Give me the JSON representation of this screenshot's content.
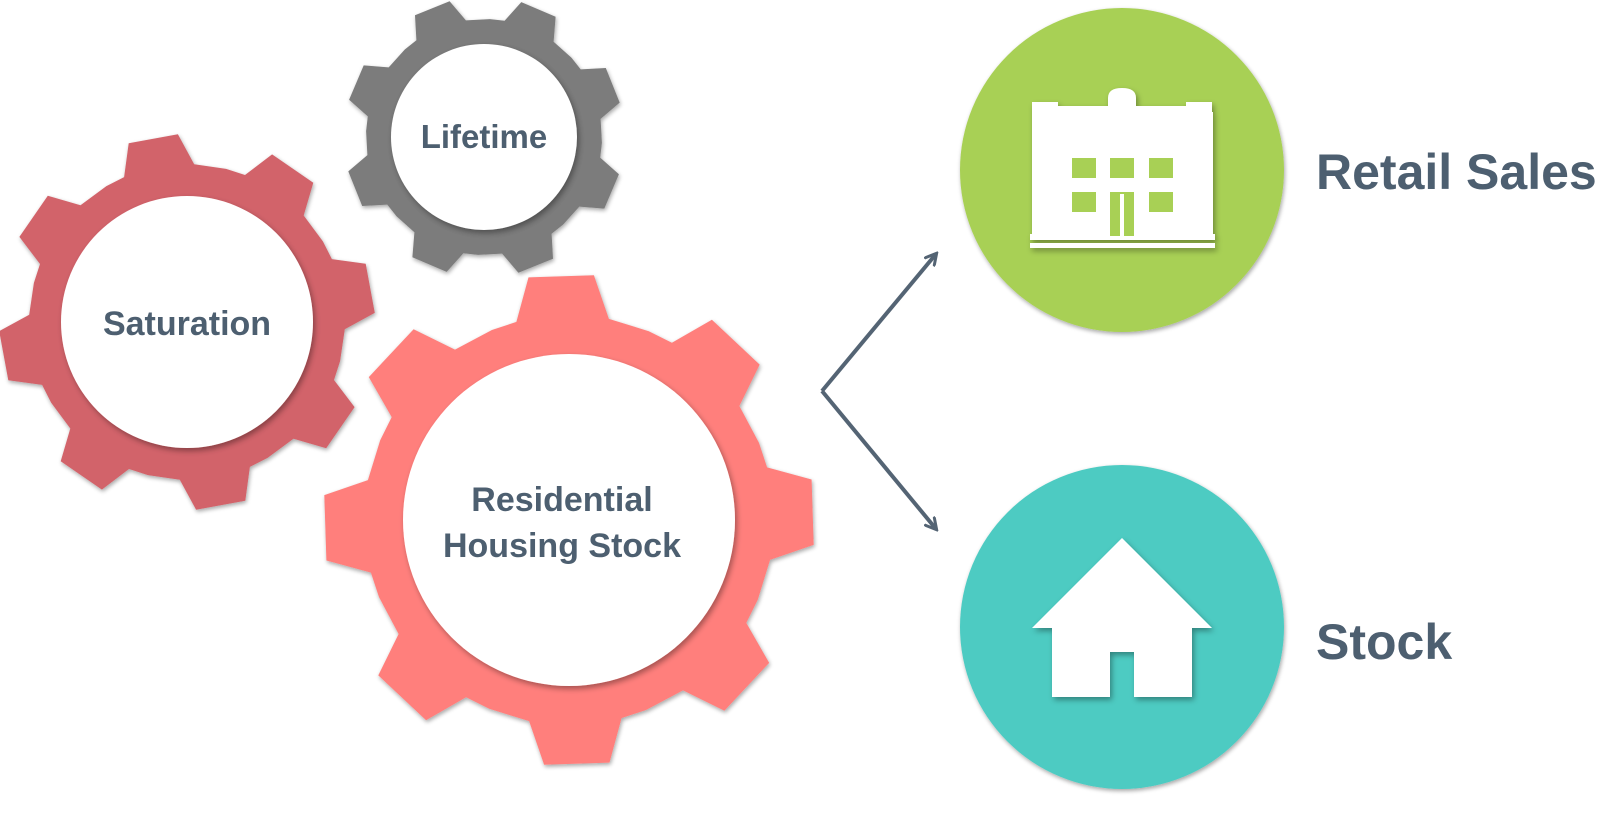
{
  "gears": {
    "saturation": {
      "label": "Saturation",
      "color": "#d2636a"
    },
    "lifetime": {
      "label": "Lifetime",
      "color": "#7b7b7b"
    },
    "housing": {
      "label_line1": "Residential",
      "label_line2": "Housing Stock",
      "color": "#ff7f7c"
    }
  },
  "outputs": {
    "retail": {
      "label": "Retail Sales",
      "color": "#a8d055",
      "icon": "store-building-icon"
    },
    "stock": {
      "label": "Stock",
      "color": "#4ecbc2",
      "icon": "house-icon"
    }
  },
  "colors": {
    "text": "#4d5f70",
    "arrow": "#546474"
  }
}
